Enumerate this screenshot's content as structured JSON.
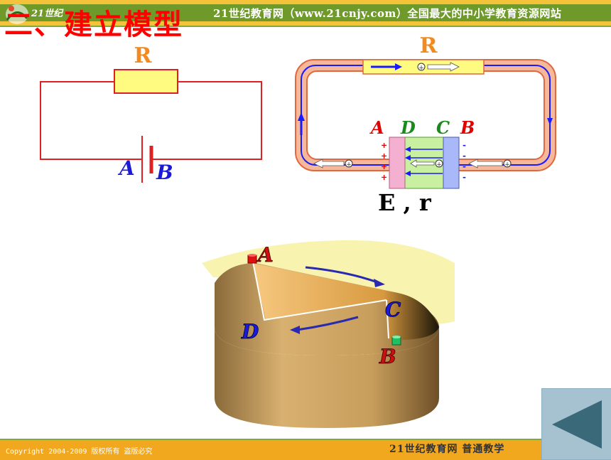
{
  "header": {
    "banner": "21世纪教育网（www.21cnjy.com）全国最大的中小学教育资源网站",
    "logo_text": "21世纪"
  },
  "page_title": "二、建立模型",
  "simple_circuit": {
    "resistor_label": "R",
    "terminal_a": "A",
    "terminal_b": "B"
  },
  "detailed_circuit": {
    "resistor_label": "R",
    "label_a": "A",
    "label_d": "D",
    "label_c": "C",
    "label_b": "B",
    "plus_sign": "+",
    "minus_sign": "-",
    "emf_label": "E , r"
  },
  "slope_model": {
    "label_a": "A",
    "label_b": "B",
    "label_c": "C",
    "label_d": "D"
  },
  "footer": {
    "copyright": "Copyright 2004-2009 版权所有 盗版必究",
    "right_text": "21世纪教育网    普通教学"
  },
  "colors": {
    "title": "#ff0000",
    "wire": "#e02020",
    "resistor_fill": "#fffa80",
    "current_arrow": "#1a1aff",
    "label_red": "#e00000",
    "label_green": "#1a8a1a",
    "label_blue": "#1a1ad8"
  },
  "icons": {
    "back": "back-arrow-icon",
    "logo": "logo-icon",
    "positive_charge": "positive-charge-icon"
  }
}
